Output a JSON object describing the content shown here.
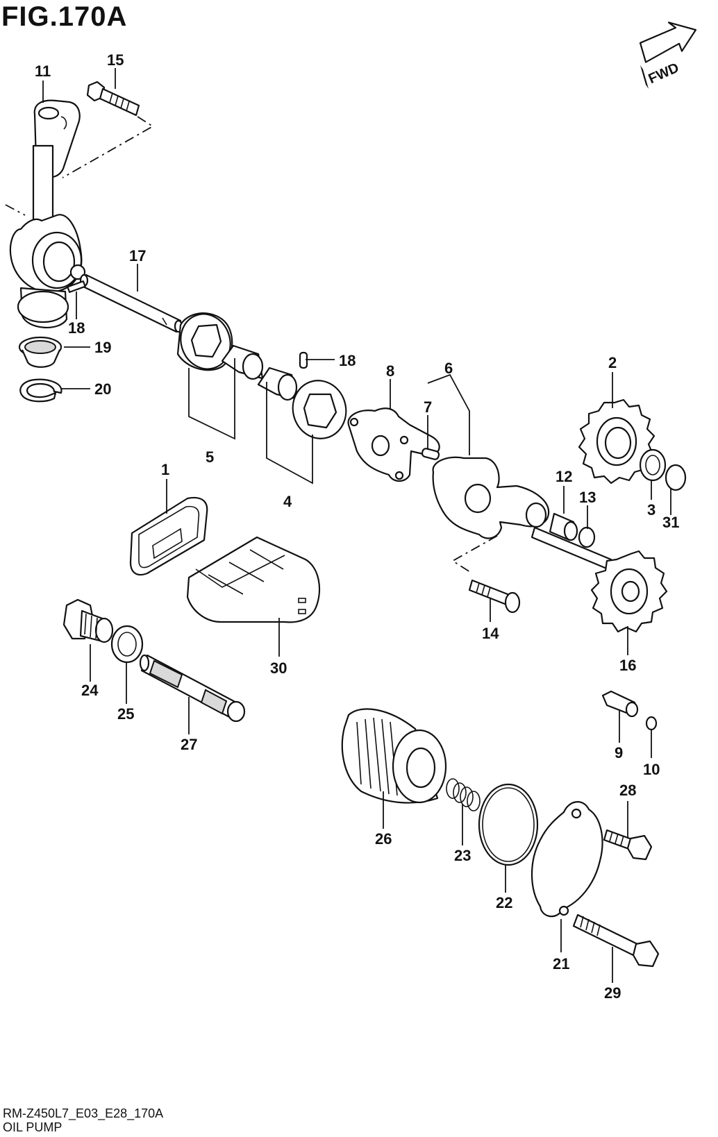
{
  "figure": {
    "title": "FIG.170A",
    "code": "RM-Z450L7_E03_E28_170A",
    "name": "OIL PUMP",
    "fwd_label": "FWD"
  },
  "labels": {
    "p1": "1",
    "p2": "2",
    "p3": "3",
    "p4": "4",
    "p5": "5",
    "p6": "6",
    "p7": "7",
    "p8": "8",
    "p9": "9",
    "p10": "10",
    "p11": "11",
    "p12": "12",
    "p13": "13",
    "p14": "14",
    "p15": "15",
    "p16": "16",
    "p17": "17",
    "p18a": "18",
    "p18b": "18",
    "p19": "19",
    "p20": "20",
    "p21": "21",
    "p22": "22",
    "p23": "23",
    "p24": "24",
    "p25": "25",
    "p26": "26",
    "p27": "27",
    "p28": "28",
    "p29": "29",
    "p30": "30",
    "p31": "31"
  }
}
